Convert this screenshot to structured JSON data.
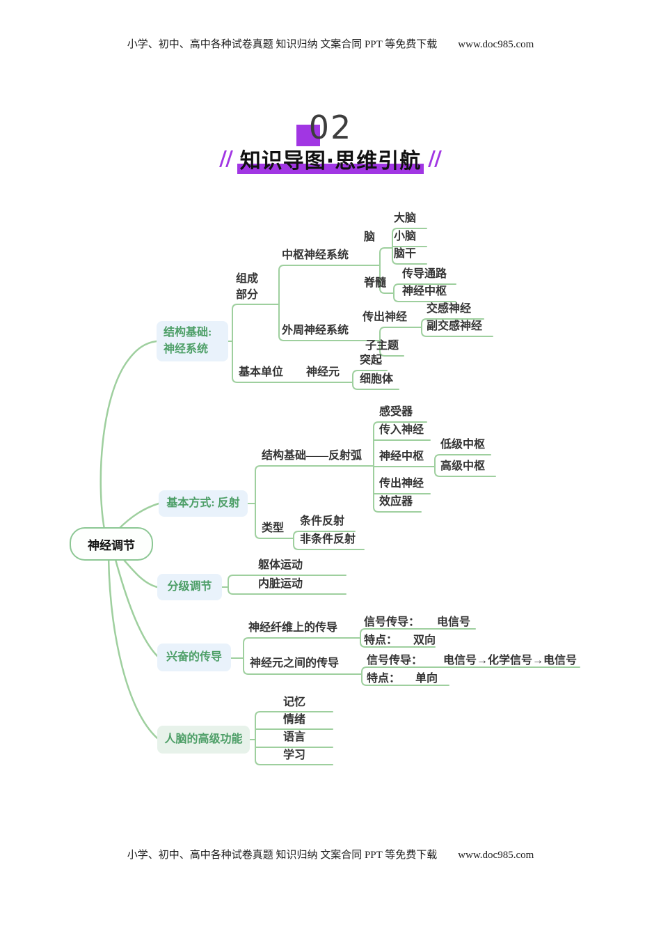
{
  "page": {
    "header_text": "小学、初中、高中各种试卷真题 知识归纳 文案合同  PPT 等免费下载",
    "header_url": "www.doc985.com",
    "footer_text": "小学、初中、高中各种试卷真题 知识归纳 文案合同  PPT 等免费下载",
    "footer_url": "www.doc985.com"
  },
  "section": {
    "number": "02",
    "title": "知识导图·思维引航"
  },
  "colors": {
    "accent_purple": "#a136e3",
    "line_green": "#9ecf9e",
    "node_text_green": "#4c9e66",
    "node_fill_blue": "#e9f2fb",
    "node_fill_green": "#e7f2ea"
  },
  "mindmap": {
    "root": {
      "label": "神经调节"
    },
    "branches": [
      {
        "lines": [
          "结构基础:",
          "神经系统"
        ],
        "children": [
          {
            "label": "组成部分",
            "children": [
              {
                "label": "中枢神经系统",
                "children": [
                  {
                    "label": "脑",
                    "children": [
                      {
                        "label": "大脑"
                      },
                      {
                        "label": "小脑"
                      },
                      {
                        "label": "脑干"
                      }
                    ]
                  },
                  {
                    "label": "脊髓",
                    "children": [
                      {
                        "label": "传导通路"
                      },
                      {
                        "label": "神经中枢"
                      }
                    ]
                  }
                ]
              },
              {
                "label": "外周神经系统",
                "children": [
                  {
                    "label": "传出神经",
                    "children": [
                      {
                        "label": "交感神经"
                      },
                      {
                        "label": "副交感神经"
                      }
                    ]
                  },
                  {
                    "label": "子主题"
                  }
                ]
              }
            ]
          },
          {
            "label": "基本单位",
            "children": [
              {
                "label": "神经元",
                "children": [
                  {
                    "label": "突起"
                  },
                  {
                    "label": "细胞体"
                  }
                ]
              }
            ]
          }
        ]
      },
      {
        "label": "基本方式: 反射",
        "children": [
          {
            "label": "结构基础——反射弧",
            "children": [
              {
                "label": "感受器"
              },
              {
                "label": "传入神经"
              },
              {
                "label": "神经中枢",
                "children": [
                  {
                    "label": "低级中枢"
                  },
                  {
                    "label": "高级中枢"
                  }
                ]
              },
              {
                "label": "传出神经"
              },
              {
                "label": "效应器"
              }
            ]
          },
          {
            "label": "类型",
            "children": [
              {
                "label": "条件反射"
              },
              {
                "label": "非条件反射"
              }
            ]
          }
        ]
      },
      {
        "label": "分级调节",
        "children": [
          {
            "label": "躯体运动"
          },
          {
            "label": "内脏运动"
          }
        ]
      },
      {
        "label": "兴奋的传导",
        "children": [
          {
            "label": "神经纤维上的传导",
            "children": [
              {
                "key": "信号传导：",
                "value": "电信号"
              },
              {
                "key": "特点：",
                "value": "双向"
              }
            ]
          },
          {
            "label": "神经元之间的传导",
            "children": [
              {
                "key": "信号传导：",
                "value": "电信号→化学信号→电信号"
              },
              {
                "key": "特点：",
                "value": "单向"
              }
            ]
          }
        ]
      },
      {
        "label": "人脑的高级功能",
        "children": [
          {
            "label": "记忆"
          },
          {
            "label": "情绪"
          },
          {
            "label": "语言"
          },
          {
            "label": "学习"
          }
        ]
      }
    ]
  }
}
